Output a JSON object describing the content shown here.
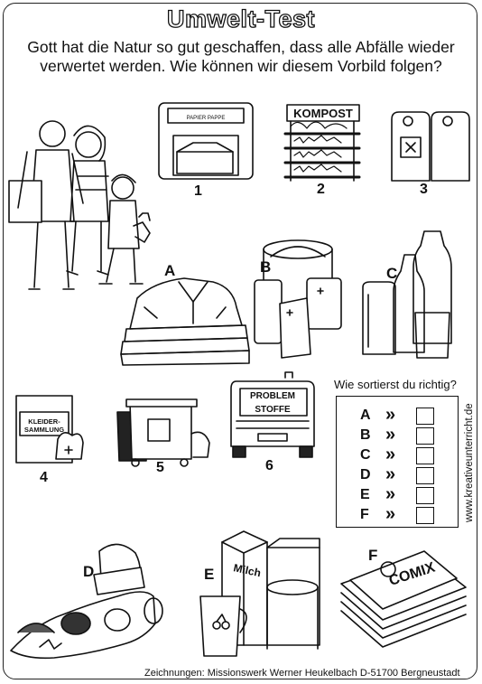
{
  "title": "Umwelt-Test",
  "intro": {
    "line1": "Gott hat die Natur so gut geschaffen, dass alle Abfälle wieder",
    "line2": "verwertet werden. Wie können wir diesem Vorbild folgen?"
  },
  "illustration_labels": {
    "num1": "1",
    "num2": "2",
    "num3": "3",
    "num4": "4",
    "num5": "5",
    "num6": "6",
    "A": "A",
    "B": "B",
    "C": "C",
    "D": "D",
    "E": "E",
    "F": "F"
  },
  "sign_texts": {
    "kompost": "KOMPOST",
    "kleider": "KLEIDER-",
    "sammlung": "SAMMLUNG",
    "problem": "PROBLEM",
    "stoffe": "STOFFE",
    "milch": "Milch",
    "comix": "COMIX"
  },
  "question": "Wie sortierst du richtig?",
  "sort_rows": [
    {
      "letter": "A",
      "arrow": "»"
    },
    {
      "letter": "B",
      "arrow": "»"
    },
    {
      "letter": "C",
      "arrow": "»"
    },
    {
      "letter": "D",
      "arrow": "»"
    },
    {
      "letter": "E",
      "arrow": "»"
    },
    {
      "letter": "F",
      "arrow": "»"
    }
  ],
  "website": "www.kreativeunterricht.de",
  "credit": "Zeichnungen: Missionswerk Werner Heukelbach D-51700 Bergneustadt"
}
